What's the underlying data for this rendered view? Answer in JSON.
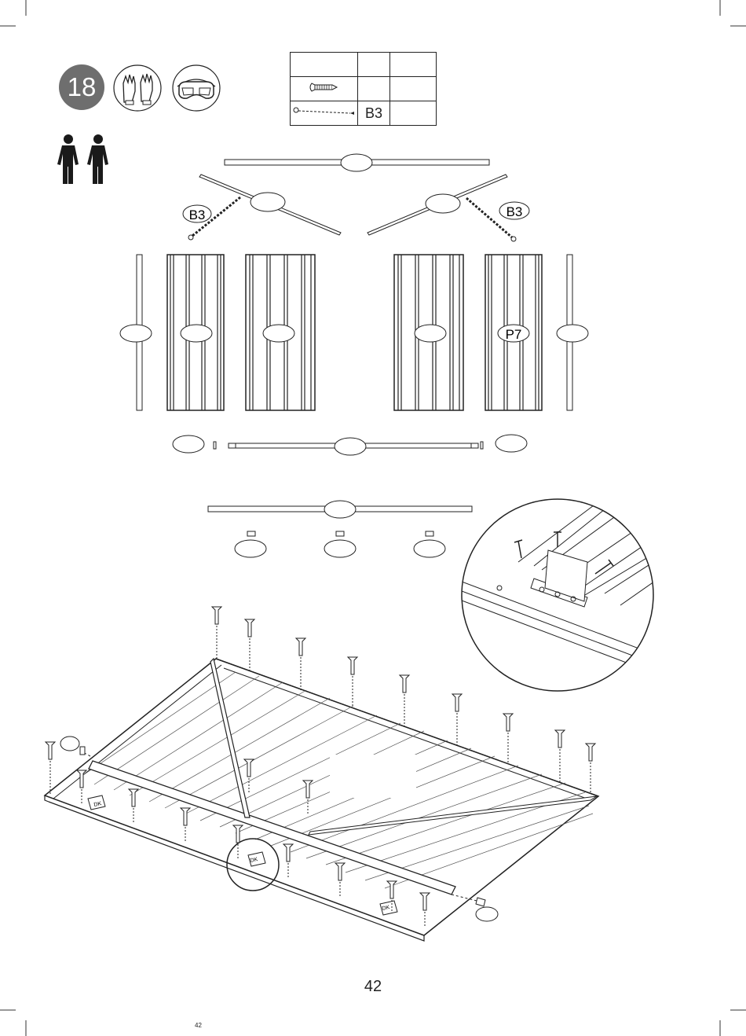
{
  "step": {
    "number": "18"
  },
  "icons": {
    "gloves": "gloves-icon",
    "goggles": "safety-goggles-icon",
    "persons": "two-persons-icon"
  },
  "parts_table": {
    "rows": [
      {
        "icon": "screw-icon",
        "code": "",
        "qty": ""
      },
      {
        "icon": "cable-icon",
        "code": "B3",
        "qty": ""
      }
    ]
  },
  "callouts": {
    "cable_left": "B3",
    "cable_right": "B3",
    "panel_right": "P7"
  },
  "bracket_label": "DK",
  "page": {
    "number": "42",
    "footer_number": "42"
  }
}
